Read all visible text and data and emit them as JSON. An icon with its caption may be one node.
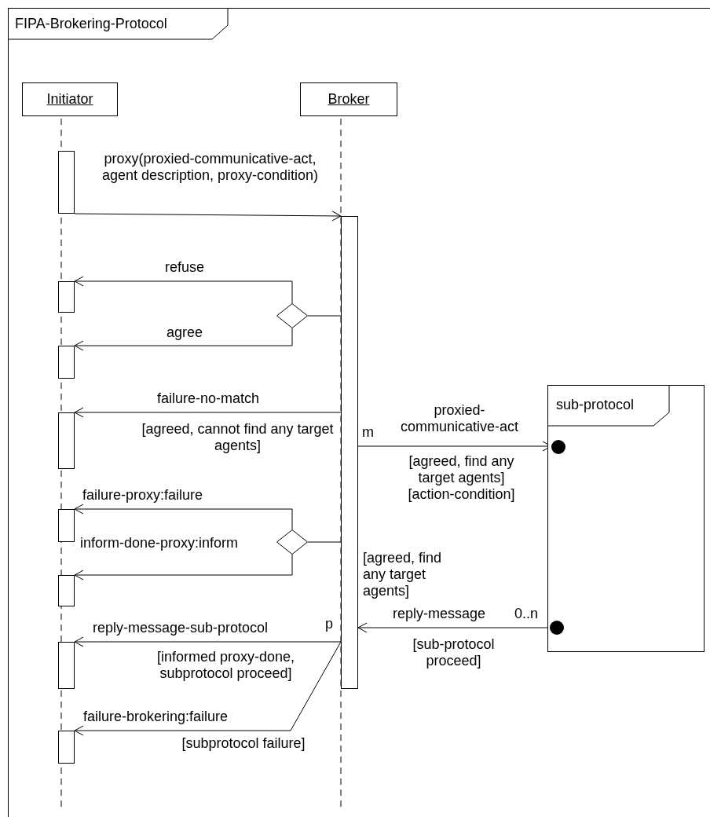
{
  "diagram": {
    "nodes": [
      {
        "text": [
          "FIPA-Brokering-Protocol"
        ]
      },
      {
        "text": [
          "Initiator"
        ],
        "in": 0
      },
      {
        "text": [
          "Broker"
        ],
        "in": 0
      },
      {
        "text": [],
        "shape": "box",
        "in": 0
      },
      {
        "text": [],
        "shape": "box",
        "in": 0
      },
      {
        "text": [],
        "shape": "box",
        "in": 0
      },
      {
        "text": [],
        "shape": "diamond",
        "in": 0
      },
      {
        "text": [],
        "shape": "box",
        "in": 0
      },
      {
        "text": [],
        "shape": "box",
        "in": 0
      },
      {
        "text": [
          "sub-protocol"
        ],
        "in": 0
      },
      {
        "text": [],
        "shape": "circle",
        "in": 9
      },
      {
        "text": [],
        "shape": "box",
        "in": 0
      },
      {
        "text": [],
        "shape": "diamond",
        "in": 0
      },
      {
        "text": [],
        "shape": "box",
        "in": 0
      },
      {
        "text": [],
        "shape": "circle",
        "in": 9
      },
      {
        "text": [],
        "shape": "box",
        "in": 0
      },
      {
        "text": [],
        "shape": "box",
        "in": 0
      }
    ],
    "edges": [
      {
        "from": 3,
        "to": 4,
        "arrow": "to",
        "label": "proxy(proxied-communicative-act, agent description, proxy-condition)"
      },
      {
        "from": 4,
        "to": 6,
        "arrow": "none"
      },
      {
        "from": 6,
        "to": 5,
        "arrow": "to",
        "label": "refuse"
      },
      {
        "from": 6,
        "to": 7,
        "arrow": "to",
        "label": "agree"
      },
      {
        "from": 4,
        "to": 8,
        "arrow": "to",
        "label": "failure-no-match"
      },
      {
        "from": 4,
        "to": 10,
        "arrow": "to",
        "label": "proxied-communicative-act"
      },
      {
        "from": 4,
        "to": 12,
        "arrow": "none"
      },
      {
        "from": 12,
        "to": 11,
        "arrow": "to",
        "label": "failure-proxy:failure"
      },
      {
        "from": 12,
        "to": 13,
        "arrow": "to",
        "label": "inform-done-proxy:inform"
      },
      {
        "from": 14,
        "to": 4,
        "arrow": "to",
        "label": "reply-message"
      },
      {
        "from": 4,
        "to": 15,
        "arrow": "to",
        "label": "reply-message-sub-protocol"
      },
      {
        "from": 4,
        "to": 16,
        "arrow": "to",
        "label": "failure-brokering:failure"
      }
    ],
    "labels": [
      "[agreed, cannot find any target agents]",
      "m",
      "[agreed, find any target agents]",
      "[action-condition]",
      "[agreed, find any target agents]",
      "0..n",
      "p",
      "[informed proxy-done, subprotocol proceed]",
      "[sub-protocol proceed]",
      "[subprotocol failure]"
    ]
  }
}
